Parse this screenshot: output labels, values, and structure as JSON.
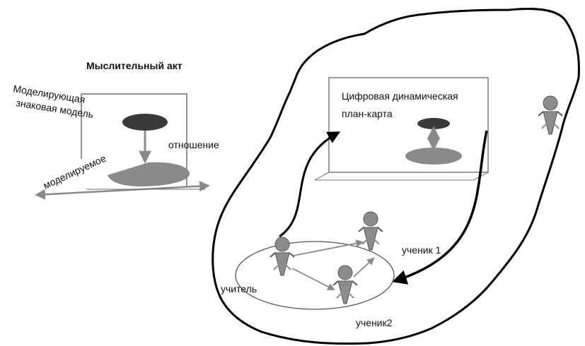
{
  "left_scheme": {
    "title": "Мыслительный акт",
    "modeling_label_line1": "Моделирующая",
    "modeling_label_line2": "знаковая модель",
    "modeled_label": "моделируемое",
    "relation_label": "отношение"
  },
  "right_scheme": {
    "map_title_line1": "Цифровая динамическая",
    "map_title_line2": "план-карта",
    "student1_label": "ученик 1",
    "student2_label": "ученик2",
    "teacher_label": "учитель"
  },
  "colors": {
    "dark_ellipse": "#3a3a3a",
    "gray_shape": "#8a8a8a",
    "figure": "#8c8c8c",
    "line": "#000000",
    "thin_line": "#6e6e6e"
  },
  "icons": {
    "person": "person-figure-icon"
  }
}
